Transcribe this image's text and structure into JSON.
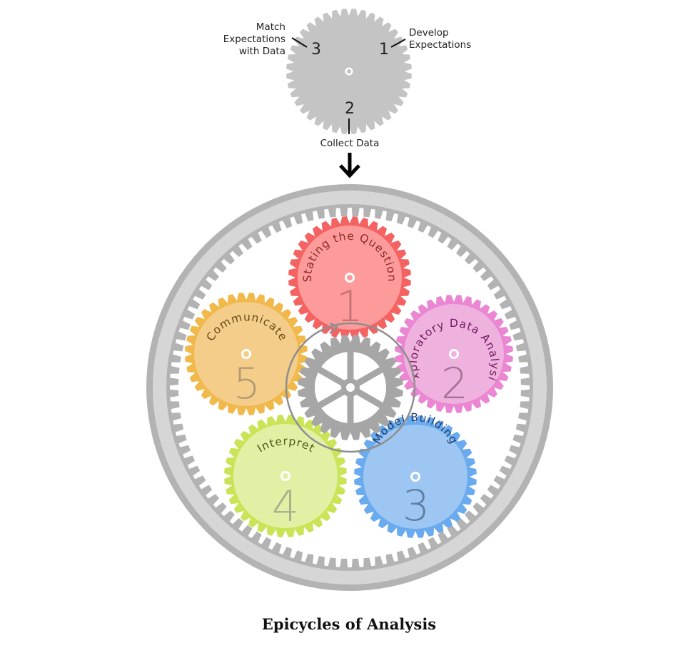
{
  "top_gear": {
    "color": "#c4c4c4",
    "steps": [
      {
        "num": "1",
        "label_lines": [
          "Develop",
          "Expectations"
        ]
      },
      {
        "num": "2",
        "label_lines": [
          "Collect Data"
        ]
      },
      {
        "num": "3",
        "label_lines": [
          "Match",
          "Expectations",
          "with Data"
        ]
      }
    ]
  },
  "ring_color": "#b3b3b3",
  "sun_gear_color": "#a6a6a6",
  "planet_gears": [
    {
      "num": "1",
      "title": "Stating the Question",
      "fill": "#fd9a9a",
      "teeth": "#f46262",
      "text_color": "#8c2a2a",
      "num_color": "#c77373"
    },
    {
      "num": "2",
      "title": "Exploratory Data Analysis",
      "fill": "#efb2df",
      "teeth": "#ea86d2",
      "text_color": "#6e1d5c",
      "num_color": "#a57496"
    },
    {
      "num": "3",
      "title": "Model Building",
      "fill": "#9dc7f2",
      "teeth": "#6aaaee",
      "text_color": "#1e3f6b",
      "num_color": "#5f7fa1"
    },
    {
      "num": "4",
      "title": "Interpret",
      "fill": "#e2f0a6",
      "teeth": "#c9e456",
      "text_color": "#4e5a1c",
      "num_color": "#a8b28a"
    },
    {
      "num": "5",
      "title": "Communicate",
      "fill": "#f3cd89",
      "teeth": "#f1b94b",
      "text_color": "#6b4a15",
      "num_color": "#b49b73"
    }
  ],
  "caption": "Epicycles of Analysis"
}
